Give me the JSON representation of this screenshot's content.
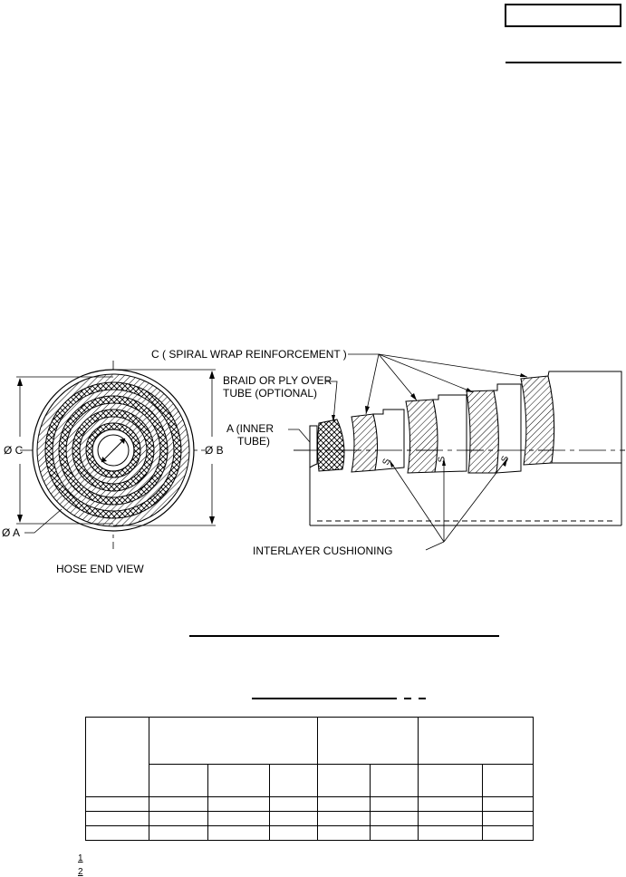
{
  "figure": {
    "label_spiral": "C ( SPIRAL WRAP REINFORCEMENT )",
    "label_braid_1": "BRAID OR PLY OVER",
    "label_braid_2": "TUBE (OPTIONAL)",
    "label_inner_1": "A (INNER",
    "label_inner_2": "TUBE)",
    "label_dia_c": "Ø C",
    "label_dia_b": "Ø B",
    "label_dia_a": "Ø A",
    "label_interlayer": "INTERLAYER CUSHIONING",
    "label_end_view": "HOSE END VIEW",
    "s_mark": "S"
  },
  "table": {
    "group_headers": [
      "",
      "",
      "",
      ""
    ],
    "sub_headers": [
      "",
      "",
      "",
      "",
      "",
      "",
      ""
    ],
    "rows": [
      [
        "",
        "",
        "",
        "",
        "",
        "",
        "",
        ""
      ],
      [
        "",
        "",
        "",
        "",
        "",
        "",
        "",
        ""
      ],
      [
        "",
        "",
        "",
        "",
        "",
        "",
        "",
        ""
      ]
    ]
  },
  "footnotes": {
    "mark_1": "1",
    "mark_2": "2"
  }
}
